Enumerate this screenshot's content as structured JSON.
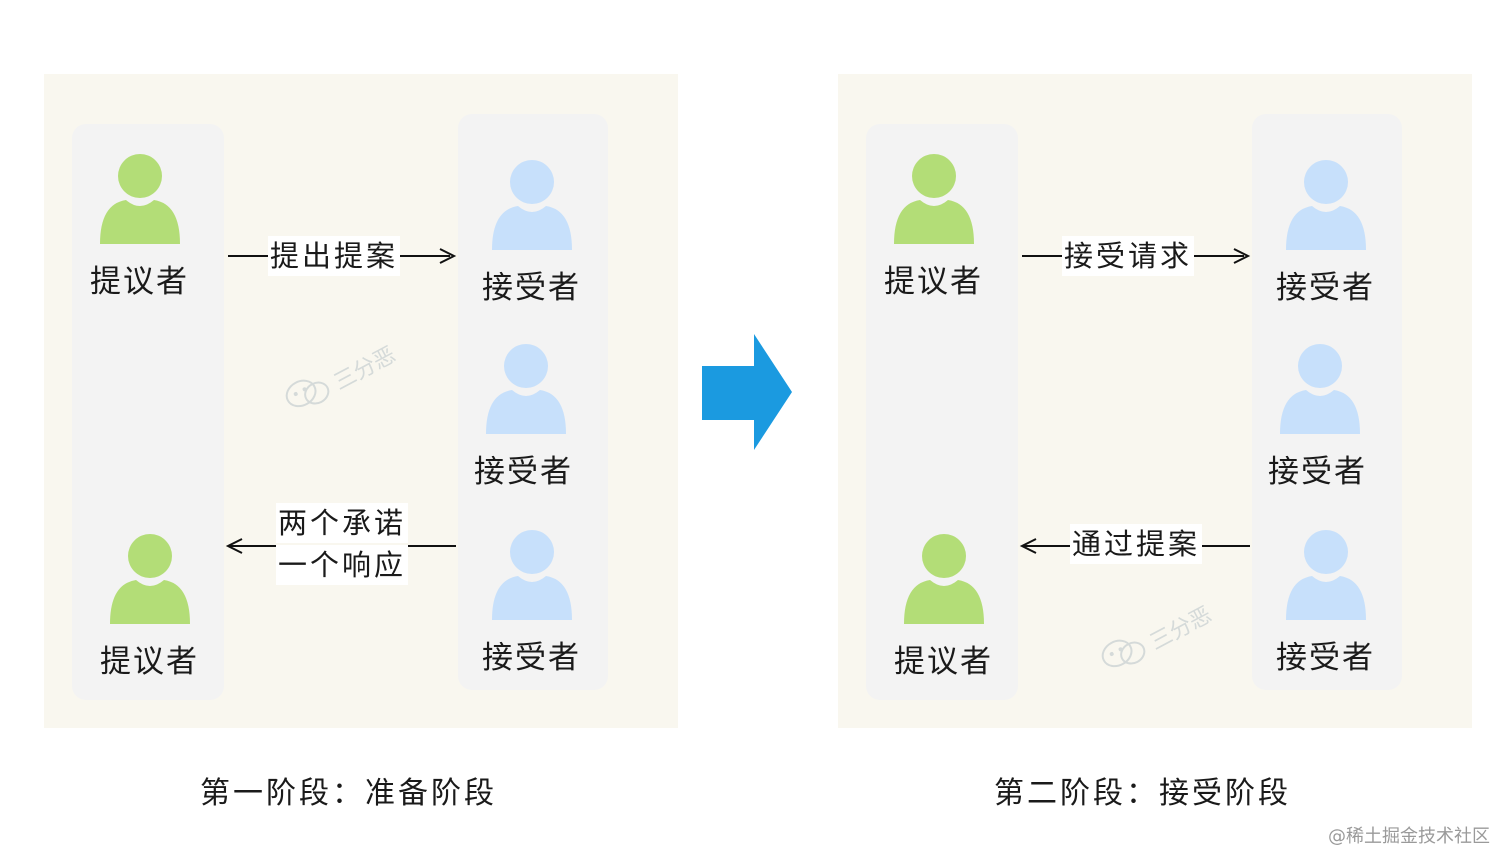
{
  "colors": {
    "proposer": "#b3dd77",
    "acceptor": "#c7e0fb",
    "panel_bg": "#f9f7ef",
    "column_bg": "#f3f3f3",
    "big_arrow": "#1b9ae0"
  },
  "phase1": {
    "proposer_top": "提议者",
    "proposer_bottom": "提议者",
    "acceptors": [
      "接受者",
      "接受者",
      "接受者"
    ],
    "message_out": "提出提案",
    "message_back_line1": "两个承诺",
    "message_back_line2": "一个响应",
    "caption": "第一阶段：准备阶段"
  },
  "phase2": {
    "proposer_top": "提议者",
    "proposer_bottom": "提议者",
    "acceptors": [
      "接受者",
      "接受者",
      "接受者"
    ],
    "message_out": "接受请求",
    "message_back": "通过提案",
    "caption": "第二阶段：接受阶段"
  },
  "watermark": "三分恶",
  "footer": "@稀土掘金技术社区"
}
